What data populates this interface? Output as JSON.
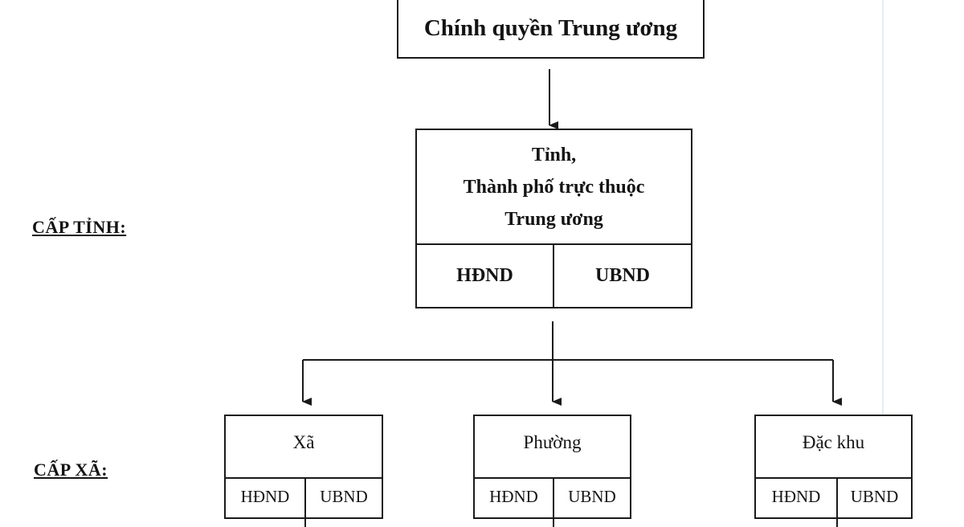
{
  "central": {
    "title": "Chính quyền Trung ương"
  },
  "province": {
    "title_lines": [
      "Tỉnh,",
      "Thành phố trực thuộc",
      "Trung ương"
    ],
    "councils": [
      "HĐND",
      "UBND"
    ]
  },
  "levels": {
    "province": "CẤP TỈNH:",
    "commune": "CẤP XÃ:"
  },
  "communes": [
    {
      "name": "Xã",
      "councils": [
        "HĐND",
        "UBND"
      ]
    },
    {
      "name": "Phường",
      "councils": [
        "HĐND",
        "UBND"
      ]
    },
    {
      "name": "Đặc khu",
      "councils": [
        "HĐND",
        "UBND"
      ]
    }
  ],
  "colors": {
    "line": "#1a1a1a",
    "background": "#ffffff"
  }
}
